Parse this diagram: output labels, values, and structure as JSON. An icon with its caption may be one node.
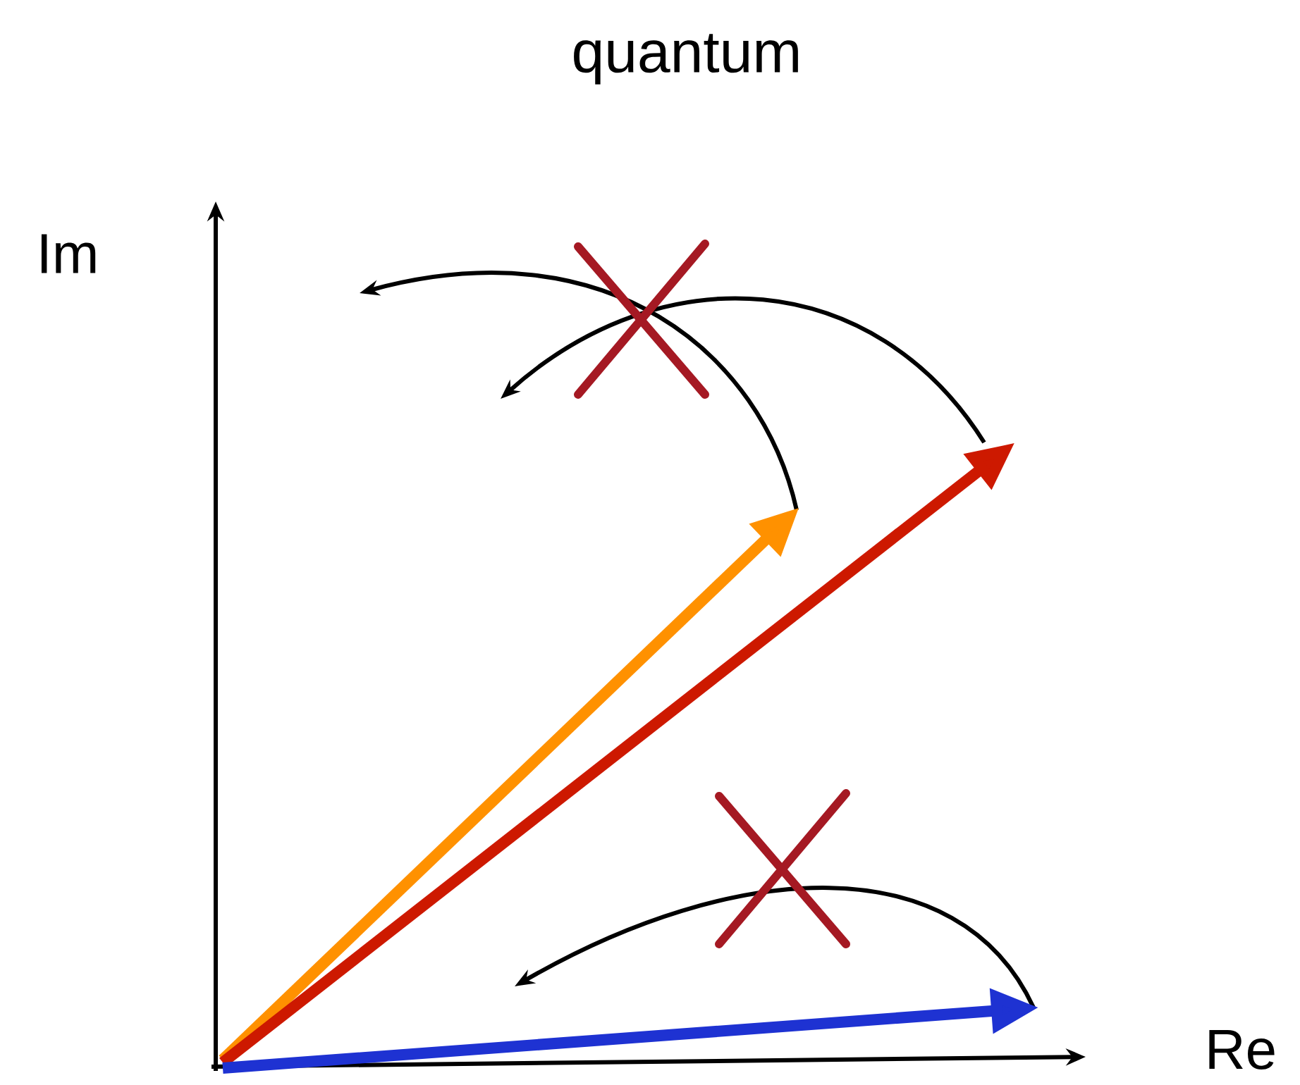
{
  "diagram": {
    "title": "quantum",
    "labels": [
      "Im",
      "Re"
    ]
  }
}
